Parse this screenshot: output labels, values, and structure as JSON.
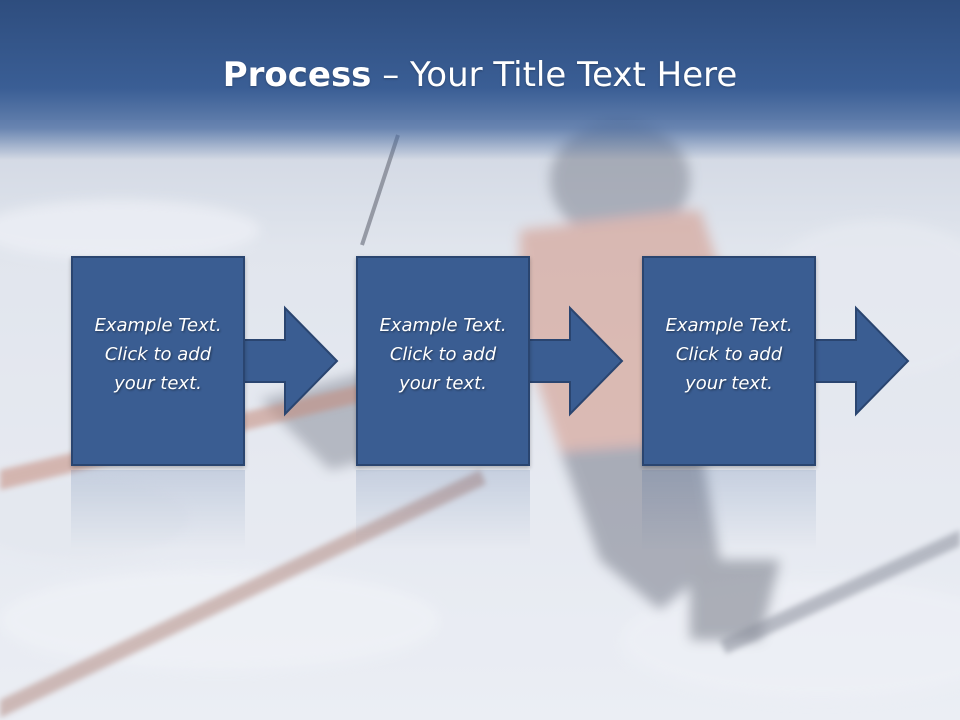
{
  "slide": {
    "title_bold": "Process",
    "title_rest": " – Your Title Text Here"
  },
  "steps": [
    {
      "text": "Example Text.\nClick  to add\nyour text."
    },
    {
      "text": "Example Text.\nClick  to add\nyour text."
    },
    {
      "text": "Example Text.\nClick  to add\nyour text."
    }
  ],
  "colors": {
    "title_band": "#3a5e95",
    "box_fill": "#3a5d92",
    "box_border": "#2a4570",
    "snow": "#e9edf3"
  }
}
